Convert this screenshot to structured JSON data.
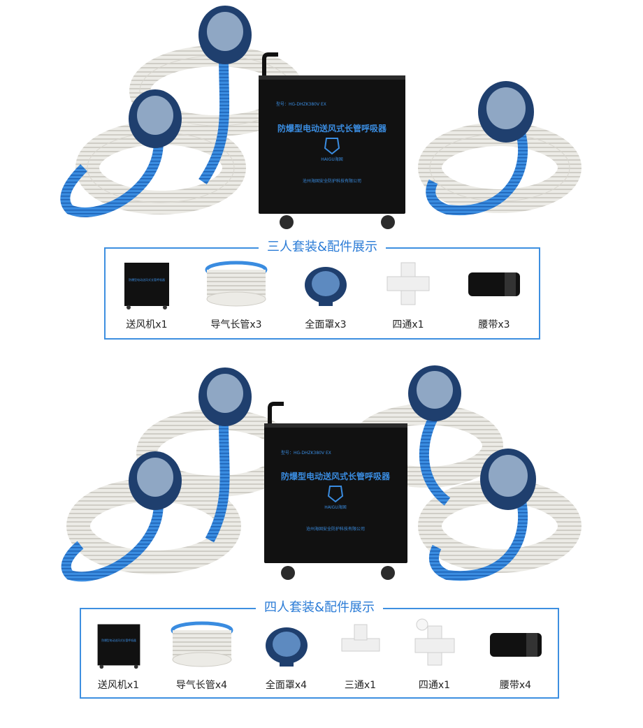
{
  "unit": {
    "model": "型号：HG-DHZK380V EX",
    "title": "防爆型电动送风式长管呼吸器",
    "brand": "HAIGU海固",
    "company": "沧州海固安全防护科技有限公司"
  },
  "kit3": {
    "title": "三人套装&配件展示",
    "items": [
      {
        "label": "送风机x1",
        "icon": "blower-icon"
      },
      {
        "label": "导气长管x3",
        "icon": "hose-coil-icon"
      },
      {
        "label": "全面罩x3",
        "icon": "full-mask-icon"
      },
      {
        "label": "四通x1",
        "icon": "four-way-connector-icon"
      },
      {
        "label": "腰带x3",
        "icon": "belt-icon"
      }
    ]
  },
  "kit4": {
    "title": "四人套装&配件展示",
    "items": [
      {
        "label": "送风机x1",
        "icon": "blower-icon"
      },
      {
        "label": "导气长管x4",
        "icon": "hose-coil-icon"
      },
      {
        "label": "全面罩x4",
        "icon": "full-mask-icon"
      },
      {
        "label": "三通x1",
        "icon": "tee-connector-icon"
      },
      {
        "label": "四通x1",
        "icon": "four-way-connector-icon"
      },
      {
        "label": "腰带x4",
        "icon": "belt-icon"
      }
    ]
  },
  "colors": {
    "accent": "#2a7bd6",
    "unit_body": "#111111",
    "hose_white": "#eceae4",
    "hose_blue": "#2f7fd8",
    "mask_blue": "#1f4f8f"
  }
}
